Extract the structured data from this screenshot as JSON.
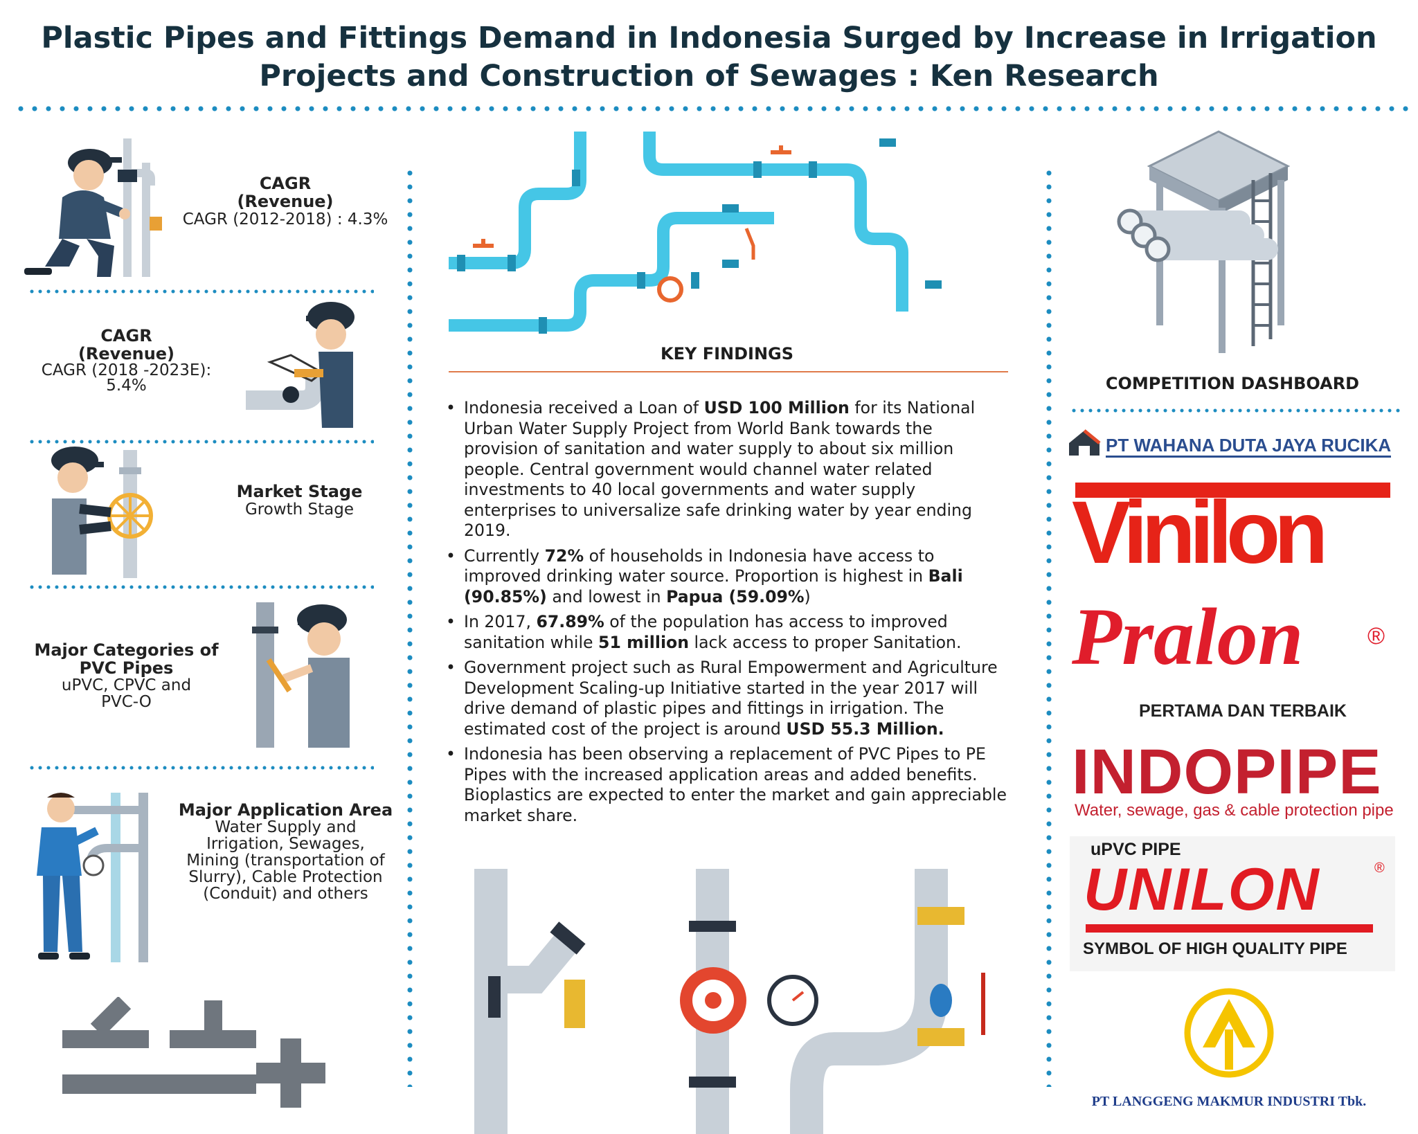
{
  "title": {
    "line1": "Plastic Pipes and Fittings Demand in Indonesia Surged by Increase in Irrigation",
    "line2": "Projects and Construction of Sewages : Ken Research"
  },
  "stats": [
    {
      "heading": "CAGR\n(Revenue)",
      "value": "CAGR (2012-2018) : 4.3%"
    },
    {
      "heading": "CAGR\n(Revenue)",
      "value": "CAGR (2018 -2023E):\n5.4%"
    },
    {
      "heading": "Market Stage",
      "value": "Growth Stage"
    },
    {
      "heading": "Major Categories of\nPVC Pipes",
      "value": "uPVC, CPVC and\nPVC-O"
    },
    {
      "heading": "Major Application Area",
      "value": "Water Supply and\nIrrigation, Sewages,\nMining (transportation of\nSlurry),  Cable Protection\n(Conduit) and others"
    }
  ],
  "key_findings": {
    "heading": "KEY FINDINGS",
    "items": [
      [
        {
          "t": "Indonesia received a Loan of "
        },
        {
          "t": "USD 100 Million",
          "b": true
        },
        {
          "t": " for its National Urban Water Supply Project from World Bank towards the provision of sanitation and water supply to about six million people. Central government would channel water related investments to 40 local governments and water supply enterprises to universalize safe drinking water by year ending 2019."
        }
      ],
      [
        {
          "t": "Currently "
        },
        {
          "t": "72%",
          "b": true
        },
        {
          "t": " of households in Indonesia have access to improved drinking water source. Proportion is highest in "
        },
        {
          "t": "Bali (90.85%)",
          "b": true
        },
        {
          "t": " and lowest in "
        },
        {
          "t": "Papua (59.09%",
          "b": true
        },
        {
          "t": ")"
        }
      ],
      [
        {
          "t": "In 2017, "
        },
        {
          "t": "67.89%",
          "b": true
        },
        {
          "t": " of the population has access to improved sanitation while "
        },
        {
          "t": "51 million",
          "b": true
        },
        {
          "t": " lack access to proper Sanitation."
        }
      ],
      [
        {
          "t": "Government project such as Rural Empowerment and Agriculture Development Scaling-up Initiative started in the year 2017 will drive demand of plastic pipes and fittings in irrigation. The estimated cost of the project is around "
        },
        {
          "t": "USD 55.3 Million.",
          "b": true
        }
      ],
      [
        {
          "t": "Indonesia has been observing a replacement of PVC Pipes to PE Pipes with the increased application areas and added benefits. Bioplastics are expected to enter the market and gain appreciable market share."
        }
      ]
    ]
  },
  "competition": {
    "heading": "COMPETITION DASHBOARD",
    "logos": {
      "wahana": "PT WAHANA DUTA JAYA RUCIKA",
      "vinilon": "Vinilon",
      "pralon": "Pralon",
      "pralon_reg": "®",
      "pralon_tagline": "PERTAMA DAN TERBAIK",
      "indopipe": "INDOPIPE",
      "indopipe_tagline": "Water, sewage, gas & cable protection pipe",
      "unilon_top": "uPVC PIPE",
      "unilon": "UNILON",
      "unilon_reg": "®",
      "unilon_tagline": "SYMBOL OF HIGH QUALITY PIPE",
      "langgeng": "PT LANGGENG MAKMUR INDUSTRI Tbk."
    }
  },
  "colors": {
    "title": "#16313f",
    "dots": "#1c8cc0",
    "pipe_blue": "#45c6e6",
    "accent_orange": "#e07a4a",
    "vinilon_red": "#e62318",
    "pralon_red": "#e01d2b",
    "indopipe_red": "#c3202f",
    "langgeng_gold": "#f5c400"
  }
}
